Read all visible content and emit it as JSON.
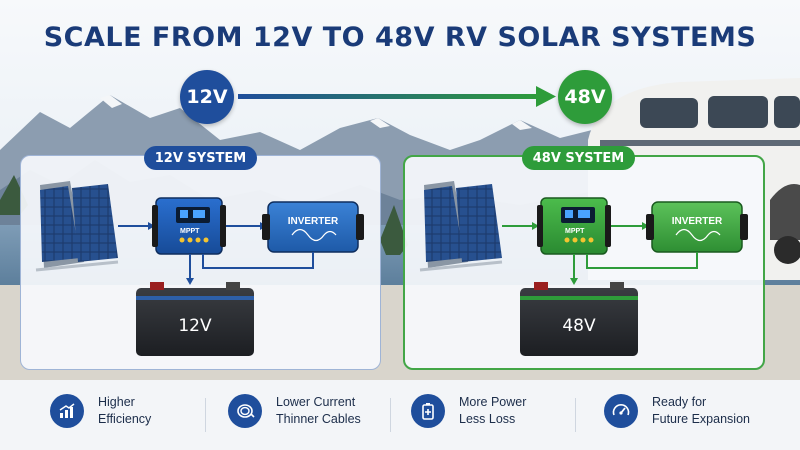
{
  "title": "SCALE FROM 12V TO 48V RV SOLAR SYSTEMS",
  "voltage_from": "12V",
  "voltage_to": "48V",
  "systems": [
    {
      "label": "12V SYSTEM",
      "battery_label": "12V",
      "controller_label": "MPPT",
      "inverter_label": "INVERTER",
      "accent_color": "#1f4e9c"
    },
    {
      "label": "48V SYSTEM",
      "battery_label": "48V",
      "controller_label": "MPPT",
      "inverter_label": "INVERTER",
      "accent_color": "#2e9c3a"
    }
  ],
  "benefits": [
    {
      "icon": "chart-growth-icon",
      "line1": "Higher",
      "line2": "Efficiency"
    },
    {
      "icon": "cable-coil-icon",
      "line1": "Lower Current",
      "line2": "Thinner Cables"
    },
    {
      "icon": "battery-plus-icon",
      "line1": "More Power",
      "line2": "Less Loss"
    },
    {
      "icon": "gauge-icon",
      "line1": "Ready for",
      "line2": "Future Expansion"
    }
  ]
}
